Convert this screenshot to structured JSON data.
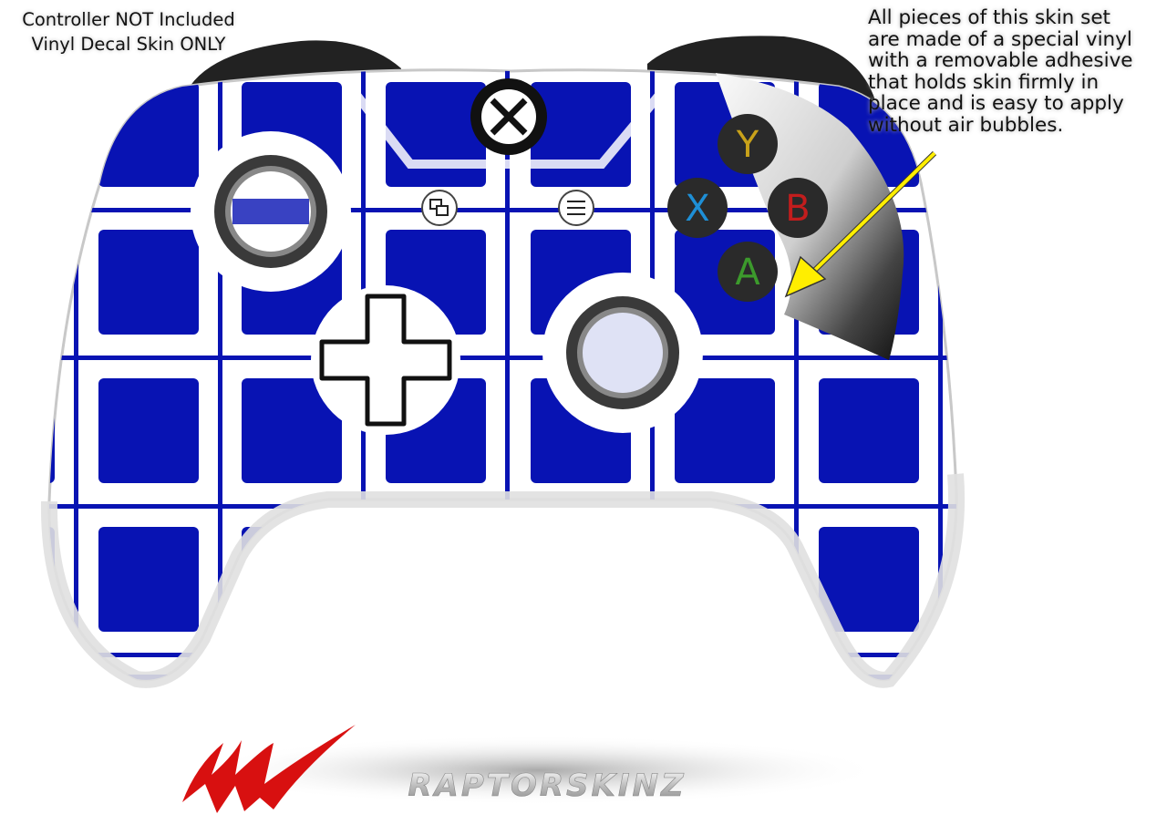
{
  "notice_left": {
    "lines": [
      "Controller NOT Included",
      "Vinyl Decal Skin ONLY"
    ]
  },
  "notice_right": {
    "lines": [
      "All pieces of this skin set",
      "are made of a special vinyl",
      "with a removable adhesive",
      "that holds skin firmly in",
      "place and is easy to apply",
      "without air bubbles."
    ]
  },
  "controller": {
    "face_buttons": {
      "x": "X",
      "y": "Y",
      "b": "B",
      "a": "A"
    },
    "skin_colors": {
      "blue": "#0813b3",
      "white": "#ffffff"
    },
    "button_colors": {
      "x": "#1e8fd6",
      "y": "#c9a21a",
      "b": "#c21d1d",
      "a": "#3c9a2c"
    }
  },
  "arrow_color": "#ffee00",
  "logo": {
    "text": "RAPTORSKINZ",
    "color": "#d81010"
  }
}
